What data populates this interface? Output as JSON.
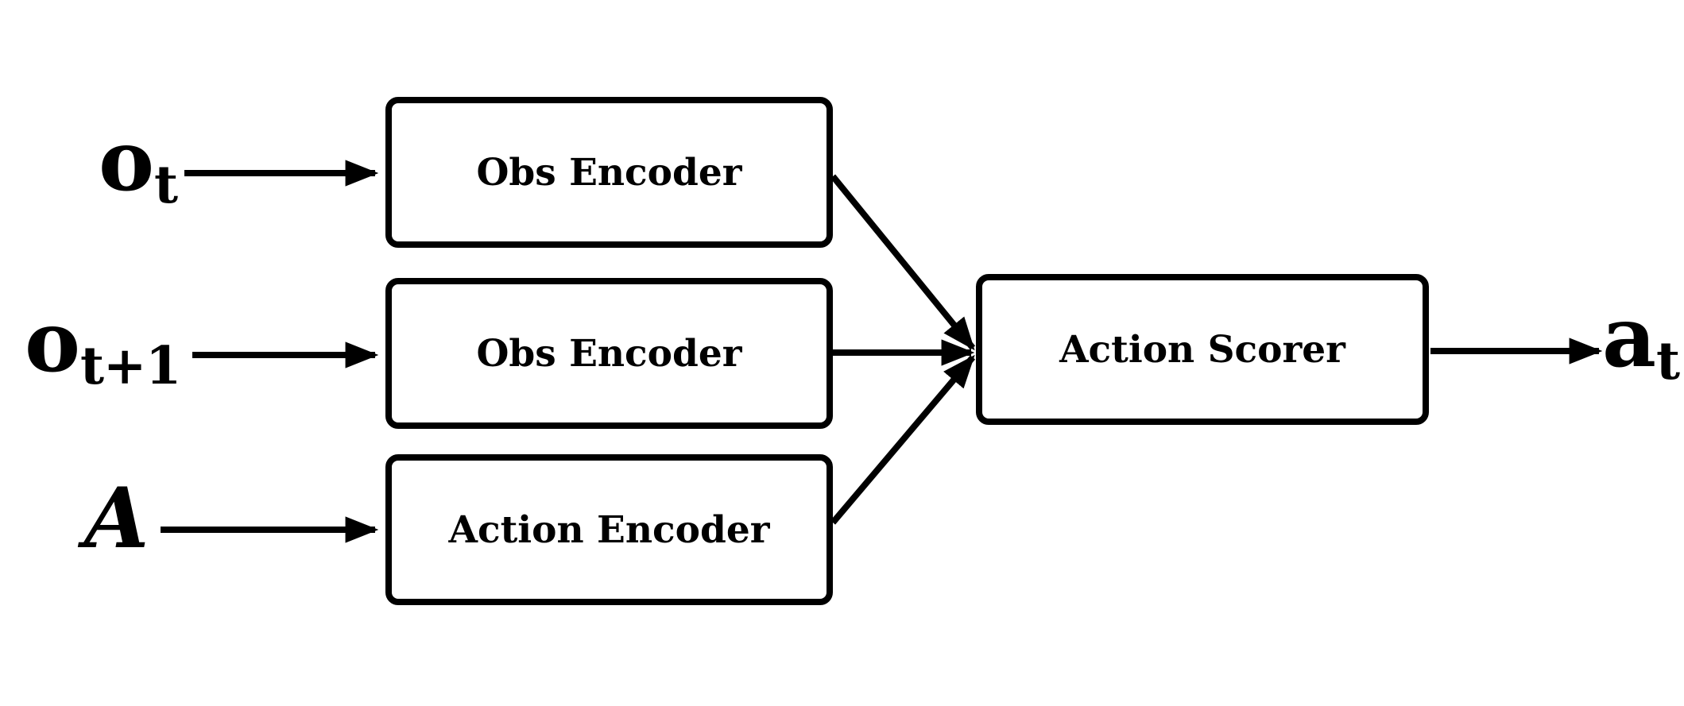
{
  "figure": {
    "background_color": "#ffffff",
    "ink_color": "#000000",
    "nodes": [
      {
        "id": "obs-encoder-1",
        "label": "Obs Encoder"
      },
      {
        "id": "obs-encoder-2",
        "label": "Obs Encoder"
      },
      {
        "id": "action-encoder",
        "label": "Action Encoder"
      },
      {
        "id": "action-scorer",
        "label": "Action Scorer"
      }
    ],
    "inputs": [
      {
        "id": "obs-t",
        "base": "o",
        "sub": "t"
      },
      {
        "id": "obs-t-plus-1",
        "base": "o",
        "sub": "t+1"
      },
      {
        "id": "action-set",
        "base": "A",
        "sub": "",
        "script_style": true
      }
    ],
    "output": {
      "id": "action-t",
      "base": "a",
      "sub": "t"
    },
    "edges": [
      {
        "from": "obs-t",
        "to": "obs-encoder-1"
      },
      {
        "from": "obs-t-plus-1",
        "to": "obs-encoder-2"
      },
      {
        "from": "action-set",
        "to": "action-encoder"
      },
      {
        "from": "obs-encoder-1",
        "to": "action-scorer"
      },
      {
        "from": "obs-encoder-2",
        "to": "action-scorer"
      },
      {
        "from": "action-encoder",
        "to": "action-scorer"
      },
      {
        "from": "action-scorer",
        "to": "action-t"
      }
    ]
  }
}
